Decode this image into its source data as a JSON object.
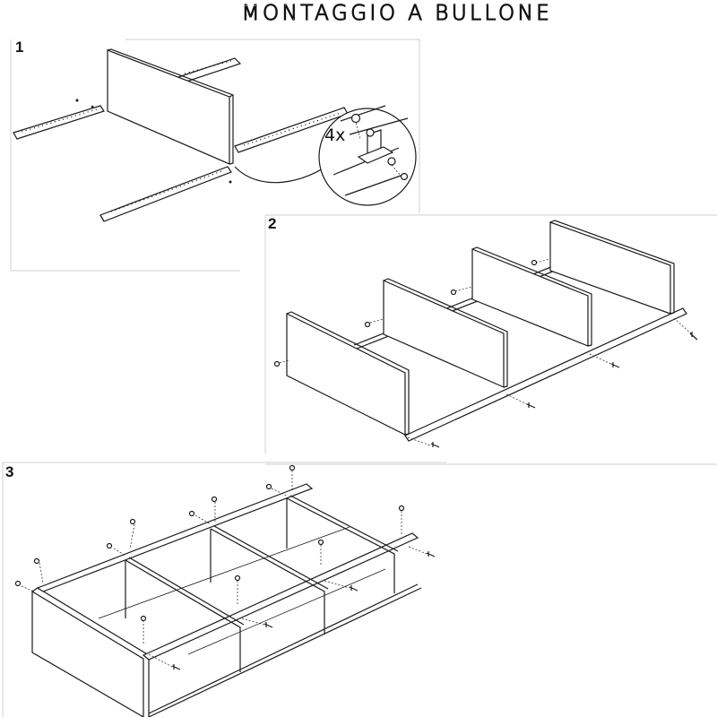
{
  "title": {
    "text": "MONTAGGIO A BULLONE"
  },
  "steps": [
    {
      "number": "1",
      "callout_label": "4x"
    },
    {
      "number": "2"
    },
    {
      "number": "3"
    }
  ],
  "colors": {
    "line": "#1a1a1a",
    "frame": "#cfcfcf",
    "background": "#ffffff"
  }
}
